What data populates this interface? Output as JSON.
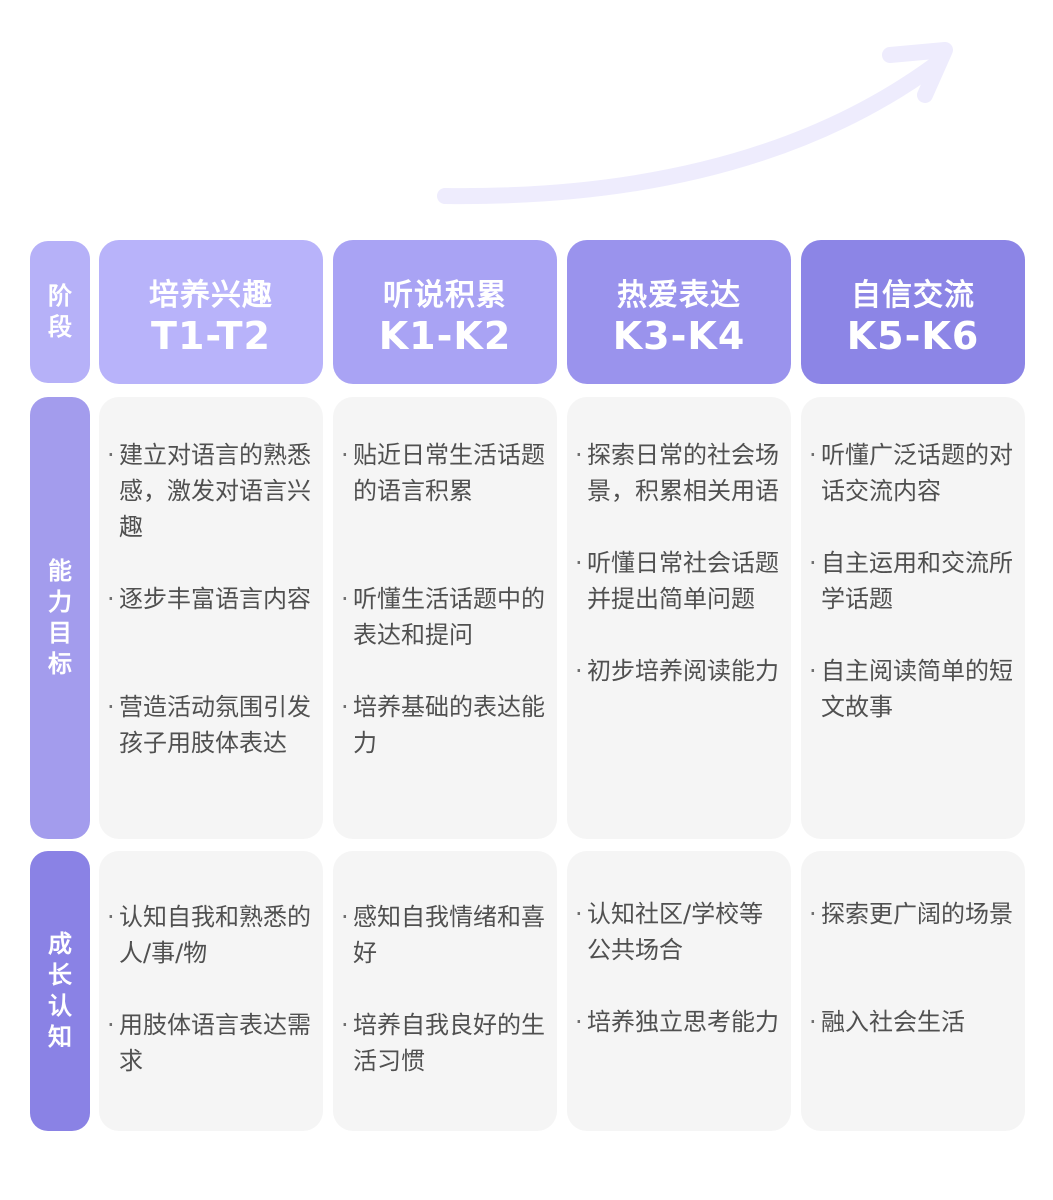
{
  "row_labels": {
    "stage": "阶段",
    "ability": "能力目标",
    "growth": "成长认知"
  },
  "stages": [
    {
      "name": "培养兴趣",
      "code": "T1-T2"
    },
    {
      "name": "听说积累",
      "code": "K1-K2"
    },
    {
      "name": "热爱表达",
      "code": "K3-K4"
    },
    {
      "name": "自信交流",
      "code": "K5-K6"
    }
  ],
  "bullet": "·",
  "ability": [
    [
      "建立对语言的熟悉感，激发对语言兴趣",
      "逐步丰富语言内容",
      "营造活动氛围引发孩子用肢体表达"
    ],
    [
      "贴近日常生活话题的语言积累",
      "听懂生活话题中的表达和提问",
      "培养基础的表达能力"
    ],
    [
      "探索日常的社会场景，积累相关用语",
      "听懂日常社会话题并提出简单问题",
      "初步培养阅读能力"
    ],
    [
      "听懂广泛话题的对话交流内容",
      "自主运用和交流所学话题",
      "自主阅读简单的短文故事"
    ]
  ],
  "growth": [
    [
      "认知自我和熟悉的人/事/物",
      "用肢体语言表达需求"
    ],
    [
      "感知自我情绪和喜好",
      "培养自我良好的生活习惯"
    ],
    [
      "认知社区/学校等公共场合",
      "培养独立思考能力"
    ],
    [
      "探索更广阔的场景",
      "融入社会生活"
    ]
  ],
  "colors": {
    "arrow": "#eeecfd",
    "stage_1": "#b8b3fa",
    "stage_2": "#a9a3f4",
    "stage_3": "#9a93ed",
    "stage_4": "#8c85e6",
    "label_stage": "#b6b1f8",
    "label_ability": "#a39ced",
    "label_growth": "#8a82e5",
    "cell_bg": "#f5f5f5",
    "text": "#505050"
  }
}
